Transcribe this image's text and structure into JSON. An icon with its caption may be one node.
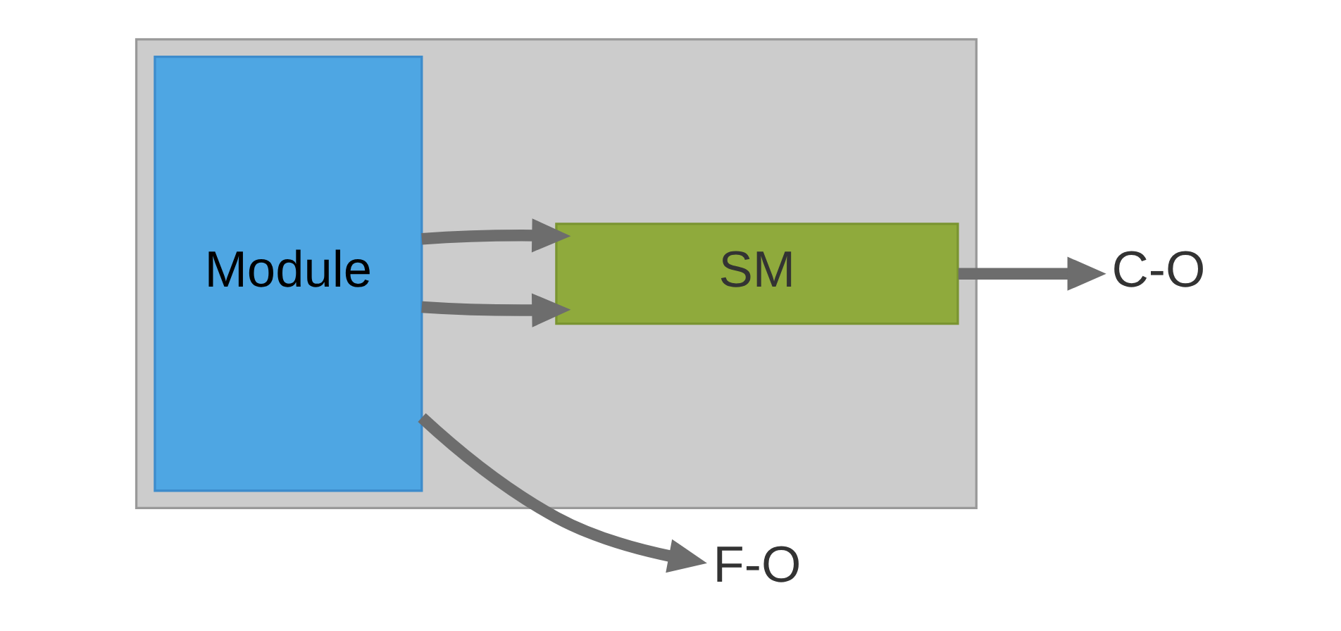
{
  "diagram": {
    "nodes": [
      {
        "text": [],
        "shape": "box"
      },
      {
        "text": [
          "Module"
        ],
        "in": 0
      },
      {
        "text": [
          "SM"
        ],
        "in": 0
      },
      {
        "text": [
          "F-O"
        ]
      },
      {
        "text": [
          "C-O"
        ]
      }
    ],
    "edges": [
      {
        "from": 1,
        "to": 3,
        "arrow": "to"
      },
      {
        "from": 1,
        "to": 2,
        "arrow": "to"
      },
      {
        "from": 1,
        "to": 2,
        "arrow": "to"
      },
      {
        "from": 2,
        "to": 4,
        "arrow": "to"
      }
    ]
  }
}
